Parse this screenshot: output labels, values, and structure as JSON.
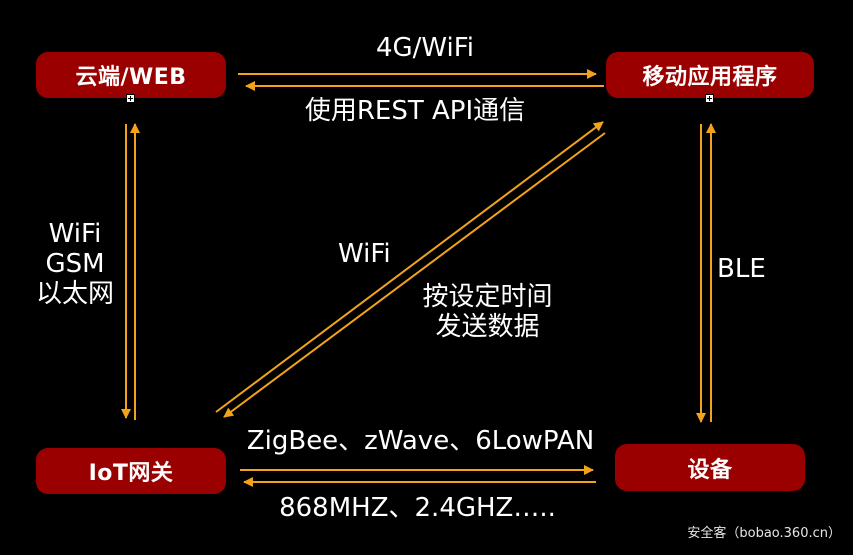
{
  "colors": {
    "background": "#000000",
    "node_fill": "#9b0000",
    "arrow": "#f5a21b",
    "text": "#ffffff"
  },
  "nodes": {
    "cloud": {
      "label": "云端/WEB"
    },
    "mobile_app": {
      "label": "移动应用程序"
    },
    "gateway": {
      "label": "IoT网关"
    },
    "device": {
      "label": "设备"
    }
  },
  "edges": {
    "cloud_mobile": {
      "top_label": "4G/WiFi",
      "bottom_label": "使用REST API通信"
    },
    "cloud_gateway": {
      "labels": [
        "WiFi",
        "GSM",
        "以太网"
      ]
    },
    "mobile_device": {
      "label": "BLE"
    },
    "gateway_mobile": {
      "label": "WiFi",
      "note_lines": [
        "按设定时间",
        "发送数据"
      ]
    },
    "gateway_device": {
      "top_label": "ZigBee、zWave、6LowPAN",
      "bottom_label": "868MHZ、2.4GHZ….."
    }
  },
  "watermark": "安全客（bobao.360.cn）"
}
